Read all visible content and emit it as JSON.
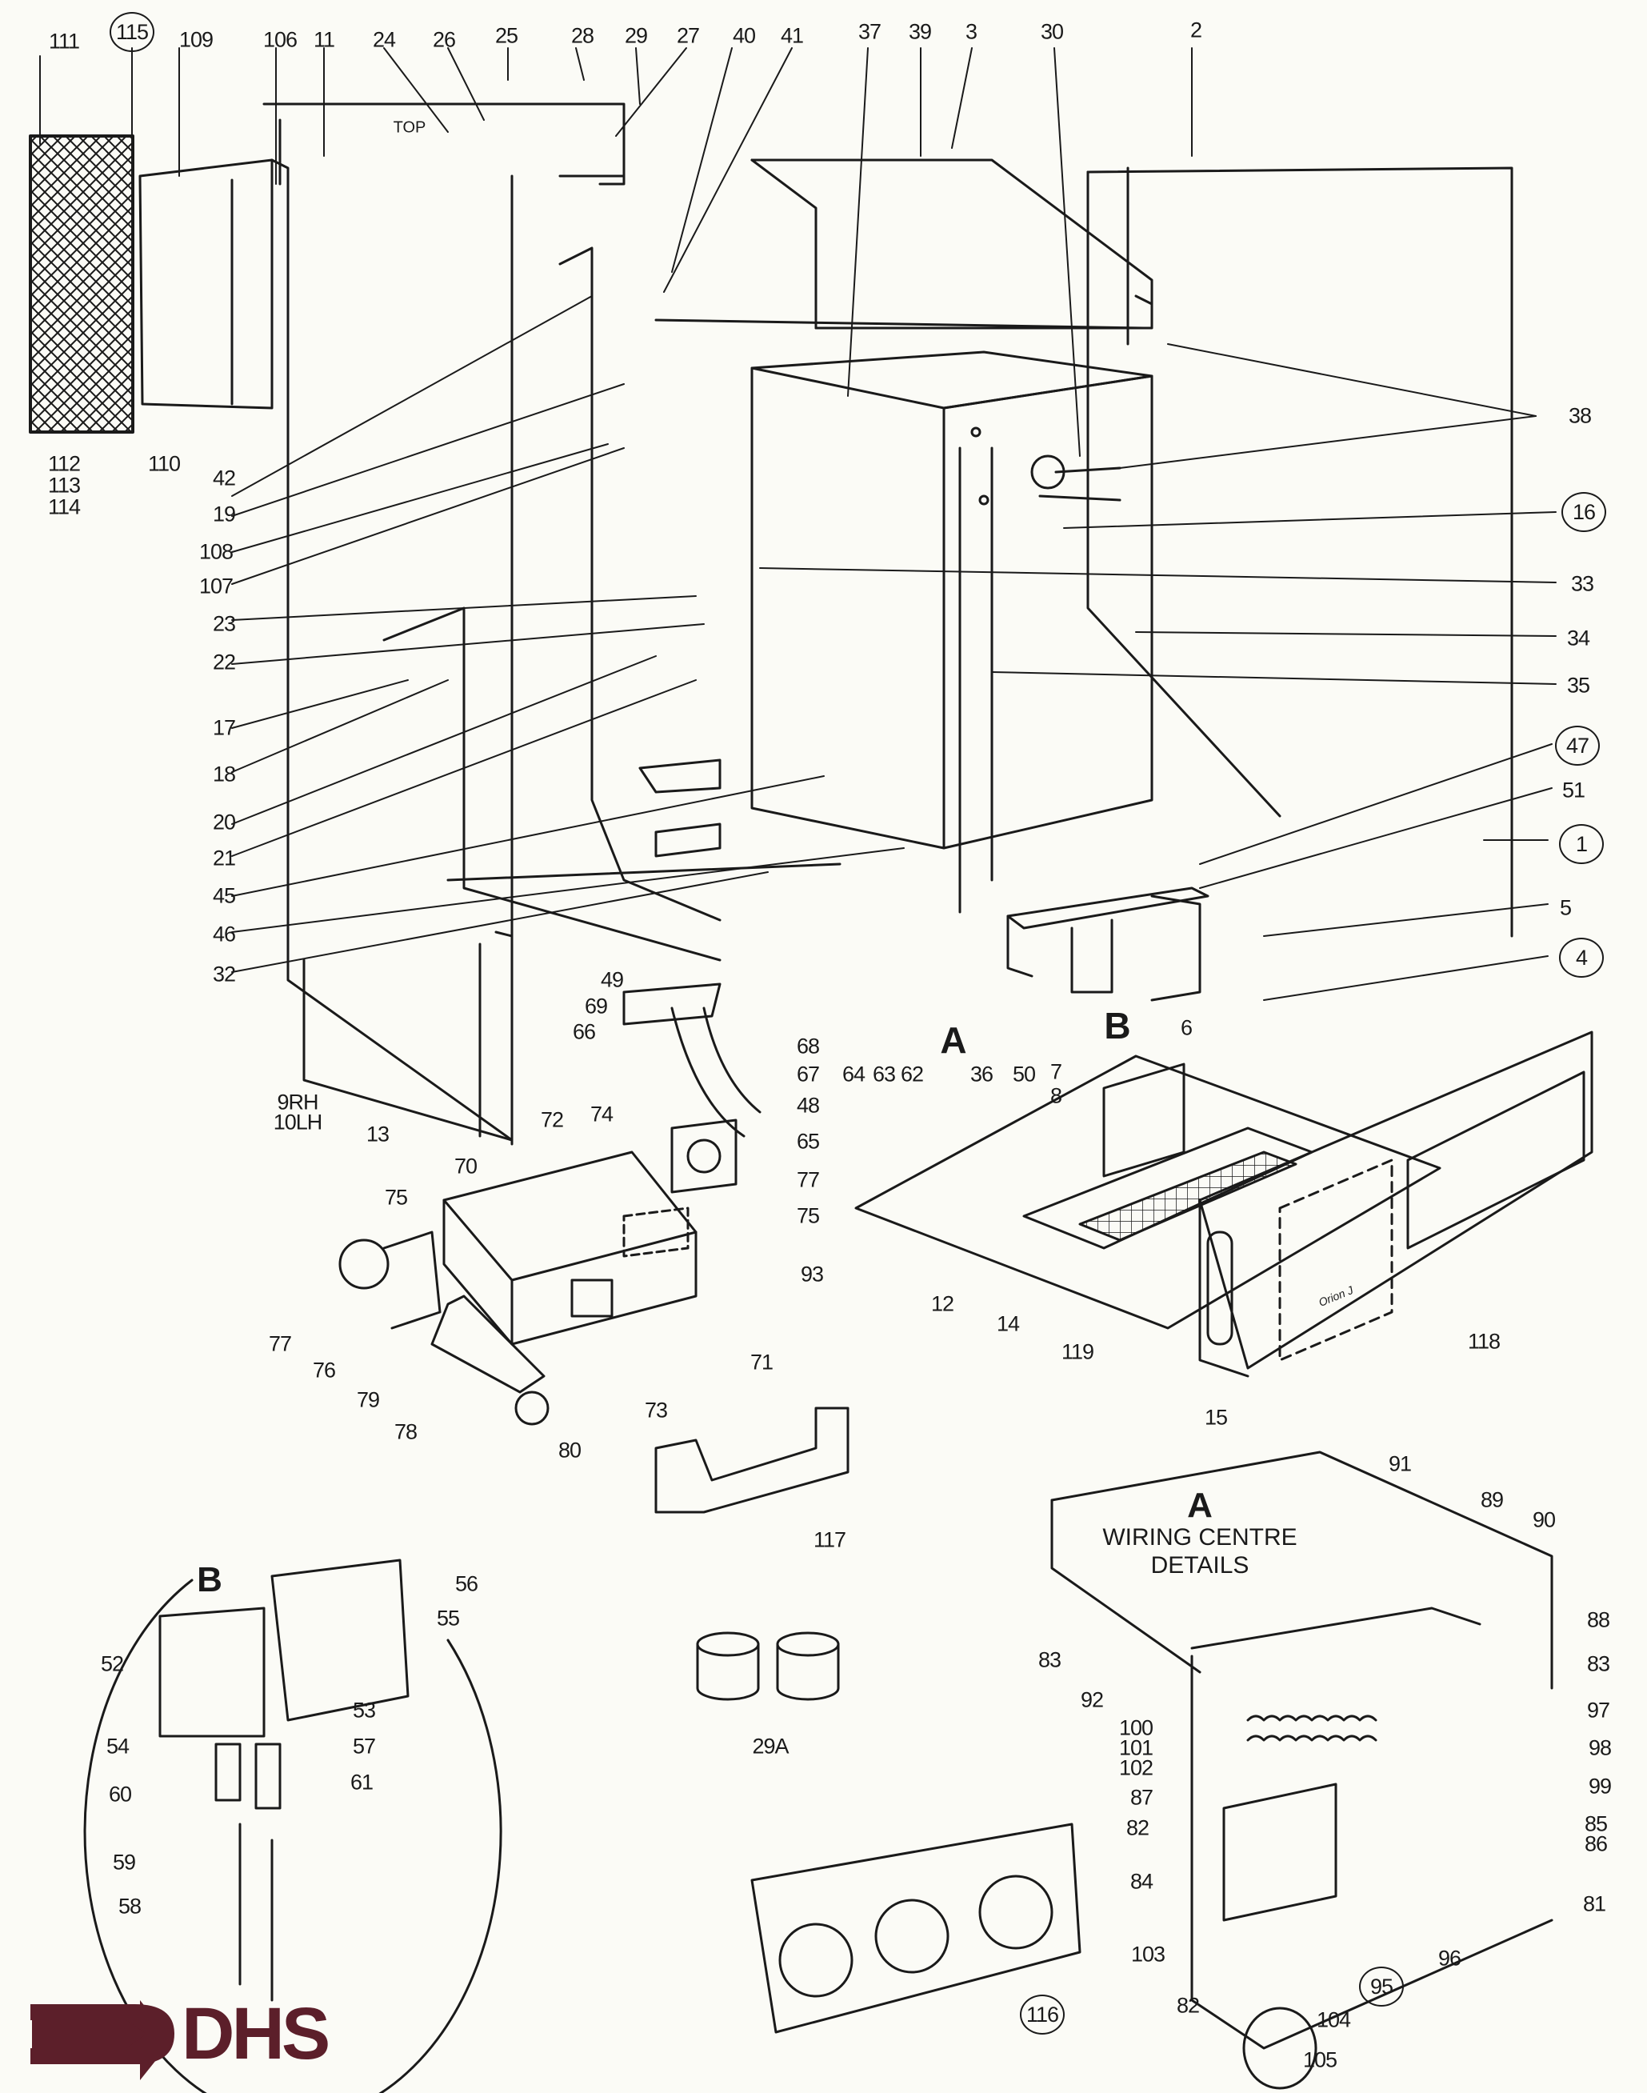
{
  "diagram": {
    "title": "Exploded parts diagram",
    "brand": "DHS",
    "top_marker": "TOP",
    "product_badge": "Orion J",
    "details": {
      "A": {
        "letter": "A",
        "caption_line1": "WIRING CENTRE",
        "caption_line2": "DETAILS"
      },
      "B": {
        "letter": "B"
      }
    },
    "view_markers": [
      "A",
      "B"
    ],
    "part_callouts": [
      {
        "id": "111",
        "circled": false
      },
      {
        "id": "115",
        "circled": true
      },
      {
        "id": "109",
        "circled": false
      },
      {
        "id": "106",
        "circled": false
      },
      {
        "id": "11",
        "circled": false
      },
      {
        "id": "24",
        "circled": false
      },
      {
        "id": "26",
        "circled": false
      },
      {
        "id": "25",
        "circled": false
      },
      {
        "id": "28",
        "circled": false
      },
      {
        "id": "29",
        "circled": false
      },
      {
        "id": "27",
        "circled": false
      },
      {
        "id": "40",
        "circled": false
      },
      {
        "id": "41",
        "circled": false
      },
      {
        "id": "37",
        "circled": false
      },
      {
        "id": "39",
        "circled": false
      },
      {
        "id": "3",
        "circled": false
      },
      {
        "id": "30",
        "circled": false
      },
      {
        "id": "2",
        "circled": false
      },
      {
        "id": "38",
        "circled": false
      },
      {
        "id": "16",
        "circled": true
      },
      {
        "id": "33",
        "circled": false
      },
      {
        "id": "34",
        "circled": false
      },
      {
        "id": "35",
        "circled": false
      },
      {
        "id": "47",
        "circled": true
      },
      {
        "id": "51",
        "circled": false
      },
      {
        "id": "1",
        "circled": true
      },
      {
        "id": "5",
        "circled": false
      },
      {
        "id": "4",
        "circled": true
      },
      {
        "id": "112",
        "circled": false
      },
      {
        "id": "113",
        "circled": false
      },
      {
        "id": "114",
        "circled": false
      },
      {
        "id": "110",
        "circled": false
      },
      {
        "id": "42",
        "circled": false
      },
      {
        "id": "19",
        "circled": false
      },
      {
        "id": "108",
        "circled": false
      },
      {
        "id": "107",
        "circled": false
      },
      {
        "id": "23",
        "circled": false
      },
      {
        "id": "22",
        "circled": false
      },
      {
        "id": "17",
        "circled": false
      },
      {
        "id": "18",
        "circled": false
      },
      {
        "id": "20",
        "circled": false
      },
      {
        "id": "21",
        "circled": false
      },
      {
        "id": "45",
        "circled": false
      },
      {
        "id": "46",
        "circled": false
      },
      {
        "id": "32",
        "circled": false
      },
      {
        "id": "49",
        "circled": false
      },
      {
        "id": "69",
        "circled": false
      },
      {
        "id": "66",
        "circled": false
      },
      {
        "id": "68",
        "circled": false
      },
      {
        "id": "67",
        "circled": false
      },
      {
        "id": "48",
        "circled": false
      },
      {
        "id": "65",
        "circled": false
      },
      {
        "id": "64",
        "circled": false
      },
      {
        "id": "63",
        "circled": false
      },
      {
        "id": "62",
        "circled": false
      },
      {
        "id": "36",
        "circled": false
      },
      {
        "id": "50",
        "circled": false
      },
      {
        "id": "7",
        "circled": false
      },
      {
        "id": "8",
        "circled": false
      },
      {
        "id": "6",
        "circled": false
      },
      {
        "id": "9RH",
        "circled": false
      },
      {
        "id": "10LH",
        "circled": false
      },
      {
        "id": "13",
        "circled": false
      },
      {
        "id": "72",
        "circled": false
      },
      {
        "id": "74",
        "circled": false
      },
      {
        "id": "70",
        "circled": false
      },
      {
        "id": "77",
        "circled": false
      },
      {
        "id": "75",
        "circled": false
      },
      {
        "id": "93",
        "circled": false
      },
      {
        "id": "71",
        "circled": false
      },
      {
        "id": "73",
        "circled": false
      },
      {
        "id": "76",
        "circled": false
      },
      {
        "id": "79",
        "circled": false
      },
      {
        "id": "78",
        "circled": false
      },
      {
        "id": "80",
        "circled": false
      },
      {
        "id": "12",
        "circled": false
      },
      {
        "id": "14",
        "circled": false
      },
      {
        "id": "119",
        "circled": false
      },
      {
        "id": "118",
        "circled": false
      },
      {
        "id": "15",
        "circled": false
      },
      {
        "id": "117",
        "circled": false
      },
      {
        "id": "91",
        "circled": false
      },
      {
        "id": "89",
        "circled": false
      },
      {
        "id": "90",
        "circled": false
      },
      {
        "id": "88",
        "circled": false
      },
      {
        "id": "83",
        "circled": false
      },
      {
        "id": "92",
        "circled": false
      },
      {
        "id": "97",
        "circled": false
      },
      {
        "id": "100",
        "circled": false
      },
      {
        "id": "101",
        "circled": false
      },
      {
        "id": "102",
        "circled": false
      },
      {
        "id": "98",
        "circled": false
      },
      {
        "id": "99",
        "circled": false
      },
      {
        "id": "87",
        "circled": false
      },
      {
        "id": "82",
        "circled": false
      },
      {
        "id": "85",
        "circled": false
      },
      {
        "id": "86",
        "circled": false
      },
      {
        "id": "84",
        "circled": false
      },
      {
        "id": "81",
        "circled": false
      },
      {
        "id": "103",
        "circled": false
      },
      {
        "id": "96",
        "circled": false
      },
      {
        "id": "95",
        "circled": true
      },
      {
        "id": "104",
        "circled": false
      },
      {
        "id": "105",
        "circled": false
      },
      {
        "id": "116",
        "circled": true
      },
      {
        "id": "29A",
        "circled": false
      },
      {
        "id": "52",
        "circled": false
      },
      {
        "id": "53",
        "circled": false
      },
      {
        "id": "54",
        "circled": false
      },
      {
        "id": "55",
        "circled": false
      },
      {
        "id": "56",
        "circled": false
      },
      {
        "id": "57",
        "circled": false
      },
      {
        "id": "58",
        "circled": false
      },
      {
        "id": "59",
        "circled": false
      },
      {
        "id": "60",
        "circled": false
      },
      {
        "id": "61",
        "circled": false
      }
    ],
    "colors": {
      "ink": "#1a1a1a",
      "paper": "#fbfbf6",
      "brand": "#5c1f2a"
    }
  }
}
